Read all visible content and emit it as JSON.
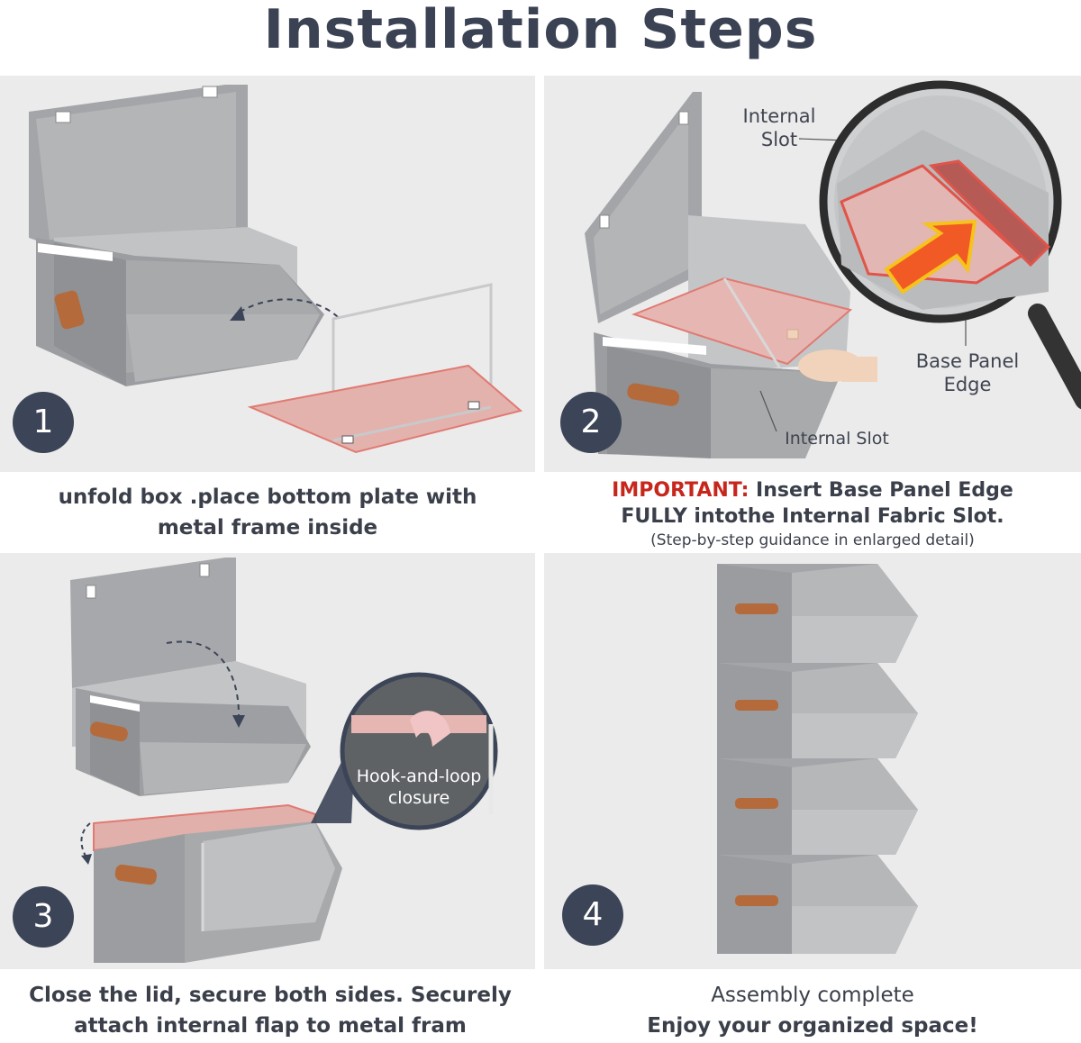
{
  "title": "Installation Steps",
  "steps": [
    {
      "number": "1",
      "caption_lines": [
        "unfold box .place bottom plate with",
        "metal frame inside"
      ]
    },
    {
      "number": "2",
      "important_label": "IMPORTANT:",
      "caption_line1_rest": " Insert Base Panel Edge",
      "caption_line2": "FULLY intothe Internal Fabric Slot.",
      "caption_note": "(Step-by-step guidance in enlarged detail)",
      "callouts": {
        "internal_slot_top": [
          "Internal",
          "Slot"
        ],
        "base_panel_edge": [
          "Base Panel",
          "Edge"
        ],
        "internal_slot_bottom": "Internal Slot"
      }
    },
    {
      "number": "3",
      "caption_lines": [
        "Close the lid, secure both sides. Securely",
        "attach internal flap to metal fram"
      ],
      "callout": [
        "Hook-and-loop",
        "closure"
      ]
    },
    {
      "number": "4",
      "caption_line1": "Assembly complete",
      "caption_line2": "Enjoy your organized space!"
    }
  ],
  "colors": {
    "panel_bg": "#ebebeb",
    "box_gray": "#9a9c9f",
    "box_light": "#b7b8ba",
    "badge": "#3c4457",
    "highlight": "#e07a72",
    "handle": "#b46a3b",
    "important": "#c7261c"
  }
}
